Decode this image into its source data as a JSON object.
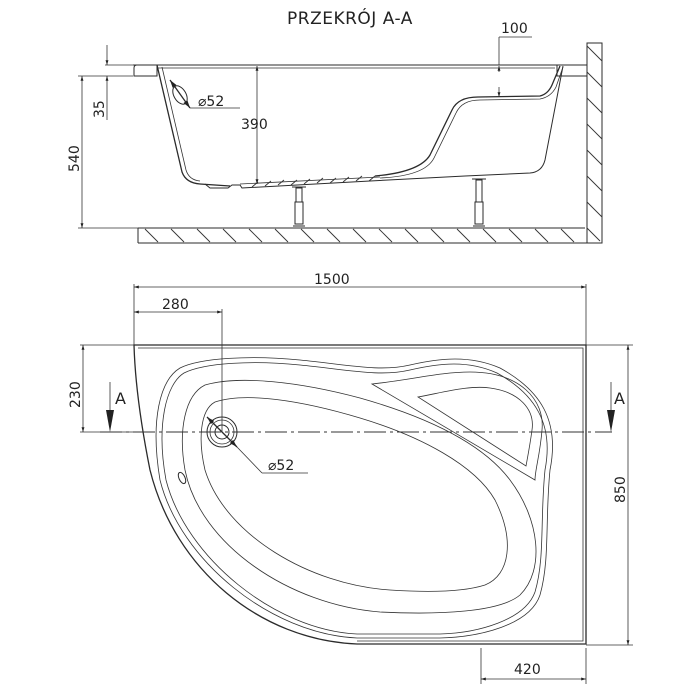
{
  "drawing": {
    "title": "PRZEKRÓJ A-A",
    "section_label": "A",
    "line_color": "#2b2b2b",
    "background": "#ffffff"
  },
  "section_view": {
    "dimensions": {
      "rim_thickness": "35",
      "total_height": "540",
      "inner_depth": "390",
      "overflow_diameter": "⌀52",
      "backrest_drop": "100"
    }
  },
  "plan_view": {
    "dimensions": {
      "overall_length": "1500",
      "drain_offset_x": "280",
      "drain_offset_y": "230",
      "overall_width": "850",
      "corner_straight_length": "420",
      "drain_diameter": "⌀52"
    },
    "section_markers": [
      "A",
      "A"
    ]
  }
}
